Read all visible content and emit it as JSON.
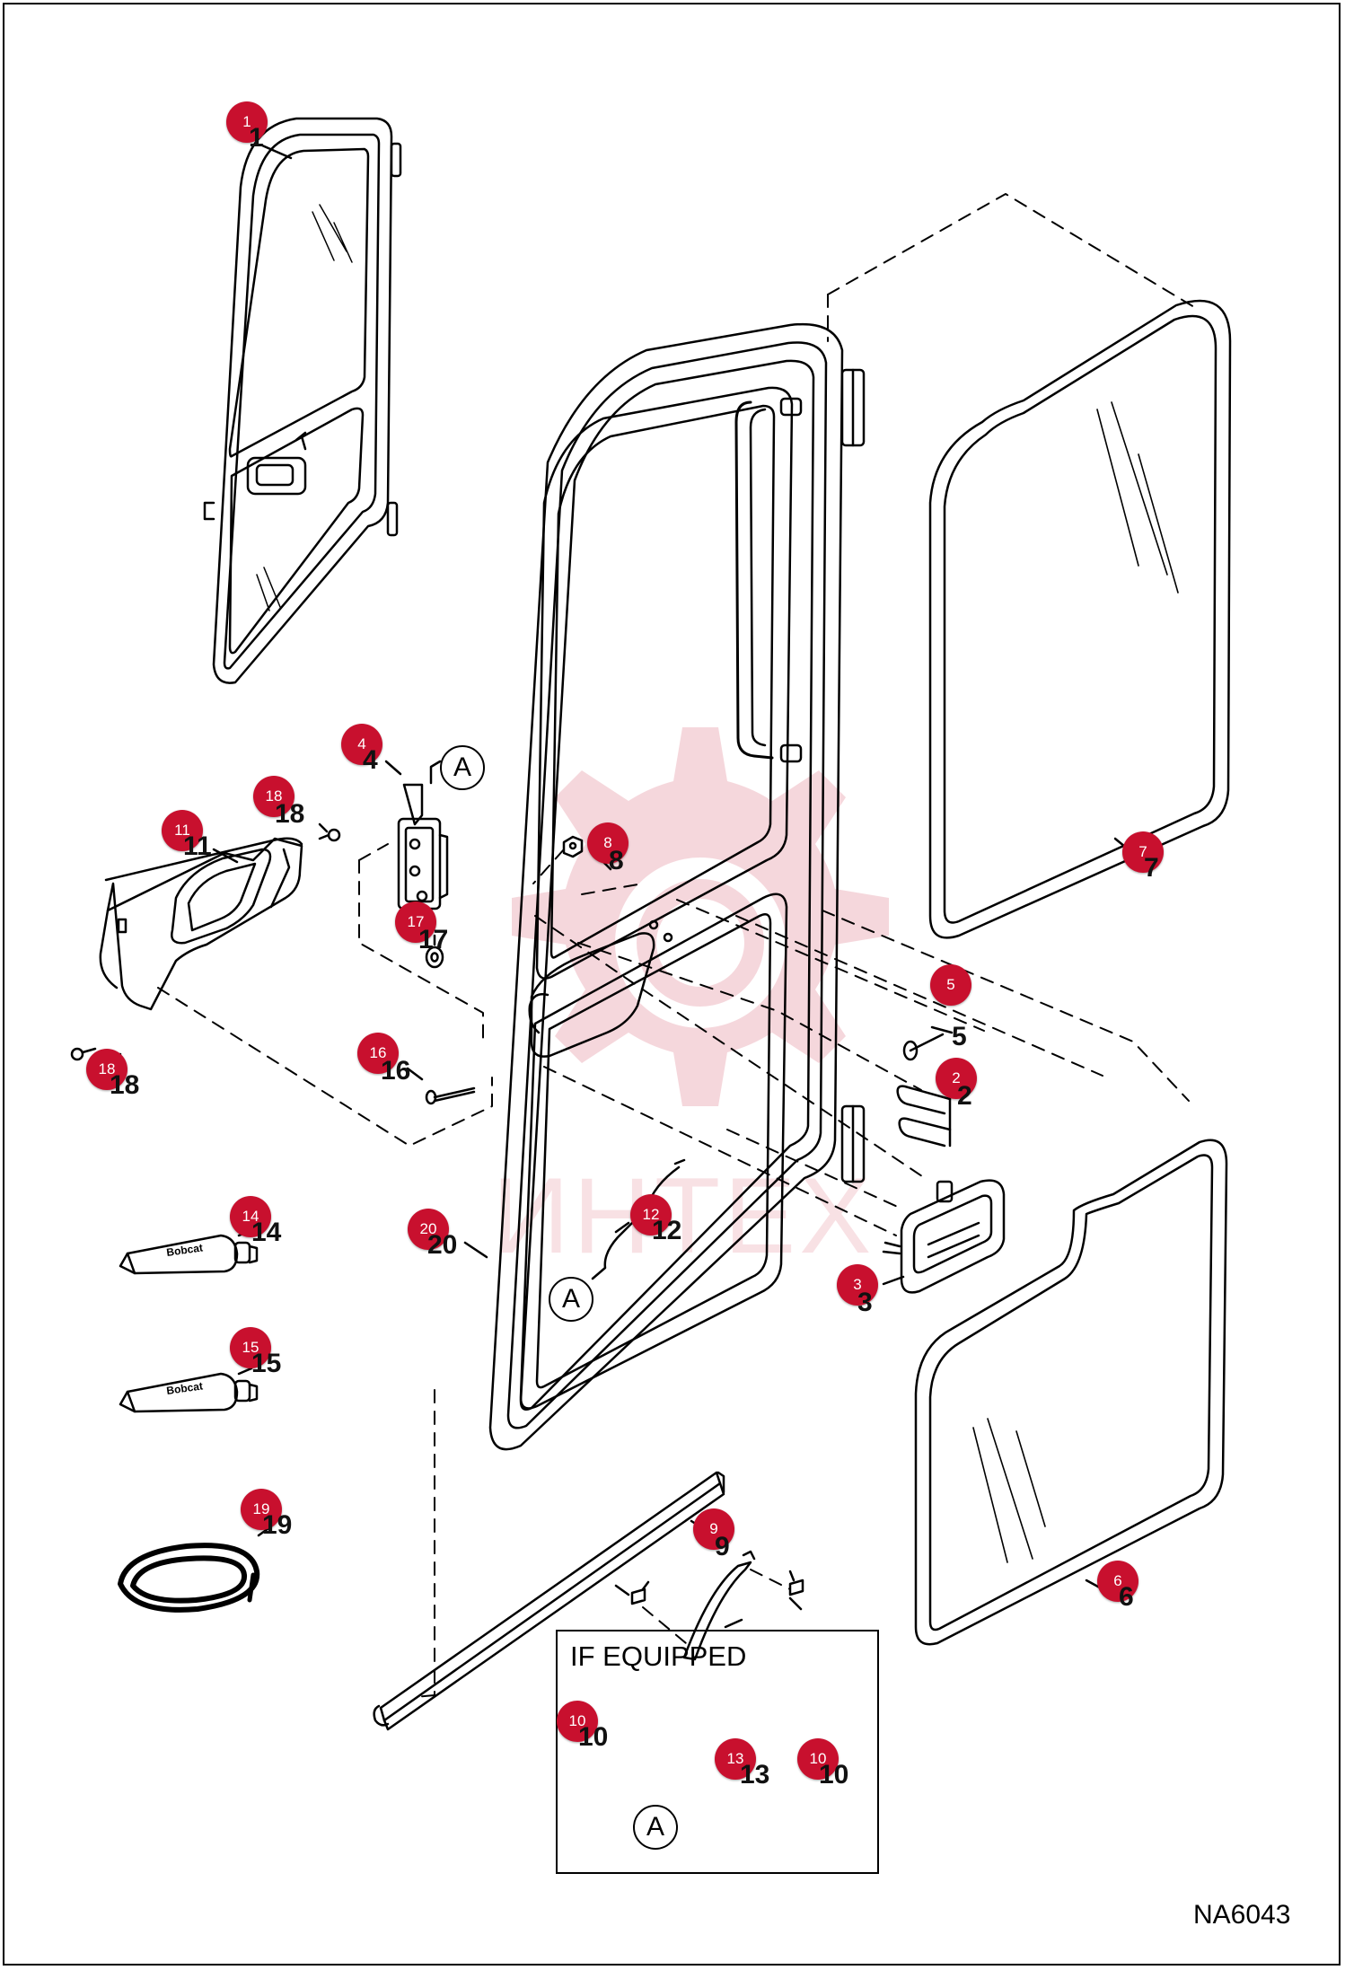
{
  "diagram_id": "NA6043",
  "inset_title": "IF EQUIPPED",
  "reference_label": "A",
  "watermark_text": "ИНТЕХ",
  "colors": {
    "callout": "#c8102e",
    "line": "#000000",
    "watermark": "#c8102e"
  },
  "parts": [
    {
      "callout": "1",
      "label": "1"
    },
    {
      "callout": "2",
      "label": "2"
    },
    {
      "callout": "3",
      "label": "3"
    },
    {
      "callout": "4",
      "label": "4"
    },
    {
      "callout": "5",
      "label": "5"
    },
    {
      "callout": "6",
      "label": "6"
    },
    {
      "callout": "7",
      "label": "7"
    },
    {
      "callout": "8",
      "label": "8"
    },
    {
      "callout": "9",
      "label": "9"
    },
    {
      "callout": "10",
      "label": "10"
    },
    {
      "callout": "10",
      "label": "10"
    },
    {
      "callout": "11",
      "label": "11"
    },
    {
      "callout": "12",
      "label": "12"
    },
    {
      "callout": "13",
      "label": "13"
    },
    {
      "callout": "14",
      "label": "14"
    },
    {
      "callout": "15",
      "label": "15"
    },
    {
      "callout": "16",
      "label": "16"
    },
    {
      "callout": "17",
      "label": "17"
    },
    {
      "callout": "18",
      "label": "18"
    },
    {
      "callout": "18",
      "label": "18"
    },
    {
      "callout": "19",
      "label": "19"
    },
    {
      "callout": "20",
      "label": "20"
    }
  ],
  "tube_brand": "Bobcat"
}
